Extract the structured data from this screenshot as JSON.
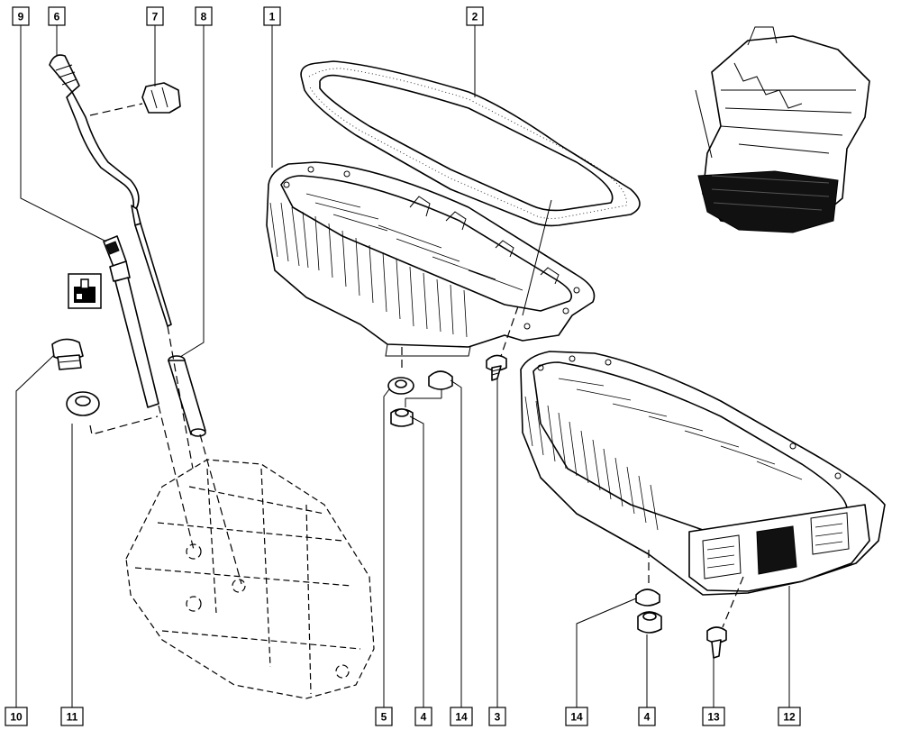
{
  "callouts": [
    {
      "id": "c9",
      "label": "9"
    },
    {
      "id": "c6",
      "label": "6"
    },
    {
      "id": "c7",
      "label": "7"
    },
    {
      "id": "c8",
      "label": "8"
    },
    {
      "id": "c1",
      "label": "1"
    },
    {
      "id": "c2",
      "label": "2"
    },
    {
      "id": "c10",
      "label": "10"
    },
    {
      "id": "c11",
      "label": "11"
    },
    {
      "id": "c5",
      "label": "5"
    },
    {
      "id": "c4a",
      "label": "4"
    },
    {
      "id": "c14a",
      "label": "14"
    },
    {
      "id": "c3",
      "label": "3"
    },
    {
      "id": "c14b",
      "label": "14"
    },
    {
      "id": "c4b",
      "label": "4"
    },
    {
      "id": "c13",
      "label": "13"
    },
    {
      "id": "c12",
      "label": "12"
    }
  ]
}
